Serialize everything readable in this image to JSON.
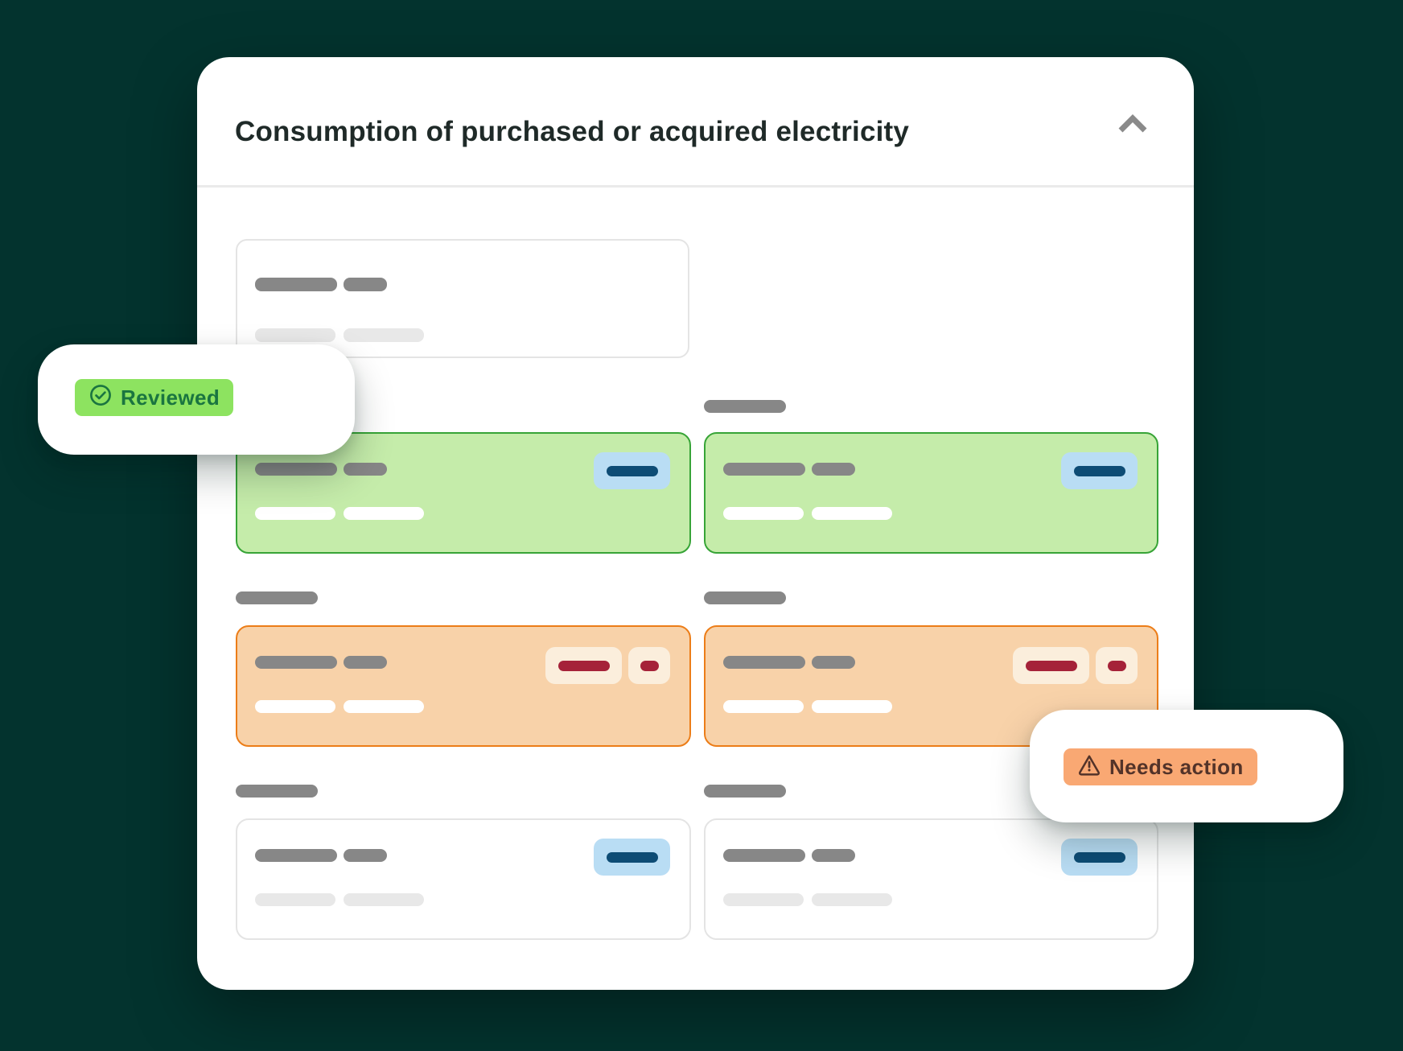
{
  "panel": {
    "title": "Consumption of purchased or acquired electricity",
    "collapse_icon": "chevron-up"
  },
  "callouts": {
    "reviewed": {
      "label": "Reviewed",
      "icon": "check-circle"
    },
    "needs_action": {
      "label": "Needs action",
      "icon": "warning-triangle"
    }
  },
  "grid": {
    "rows": [
      {
        "status": "reviewed",
        "cards": 2
      },
      {
        "status": "needs_action",
        "cards": 2
      },
      {
        "status": "none",
        "cards": 2
      }
    ]
  },
  "colors": {
    "page_bg": "#03332e",
    "panel_bg": "#ffffff",
    "title_text": "#1f2a28",
    "chevron": "#8a8a8a",
    "divider": "#eaeaea",
    "border_light": "#e4e4e4",
    "skeleton_dark": "#878787",
    "skeleton_light": "#e8e8e8",
    "bar_white": "#ffffff",
    "green_fill": "#c5ecaa",
    "green_border": "#37a437",
    "orange_fill": "#f8d2a9",
    "orange_border": "#ec7d18",
    "blue_badge_bg": "#b9ddf4",
    "blue_badge_bar": "#0d4c75",
    "cream_badge_bg": "#fbeedc",
    "red_badge_bar": "#a52239",
    "reviewed_bg": "#8de360",
    "reviewed_text": "#1a7540",
    "needs_bg": "#f9a873",
    "needs_text": "#533329",
    "callout_bg": "#ffffff"
  }
}
